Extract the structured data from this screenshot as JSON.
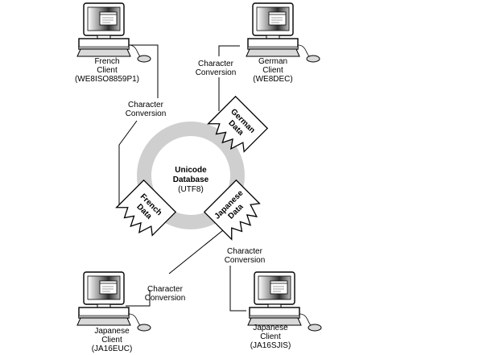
{
  "database": {
    "line1": "Unicode",
    "line2": "Database",
    "line3": "(UTF8)"
  },
  "clients": {
    "french": {
      "line1": "French",
      "line2": "Client",
      "line3": "(WE8ISO8859P1)"
    },
    "german": {
      "line1": "German",
      "line2": "Client",
      "line3": "(WE8DEC)"
    },
    "japanese_euc": {
      "line1": "Japanese",
      "line2": "Client",
      "line3": "(JA16EUC)"
    },
    "japanese_sjis": {
      "line1": "Japanese",
      "line2": "Client",
      "line3": "(JA16SJIS)"
    }
  },
  "conversions": {
    "french": {
      "line1": "Character",
      "line2": "Conversion"
    },
    "german": {
      "line1": "Character",
      "line2": "Conversion"
    },
    "japanese_euc": {
      "line1": "Character",
      "line2": "Conversion"
    },
    "japanese_sjis": {
      "line1": "Character",
      "line2": "Conversion"
    }
  },
  "data_blocks": {
    "german": {
      "line1": "German",
      "line2": "Data"
    },
    "french": {
      "line1": "French",
      "line2": "Data"
    },
    "japanese": {
      "line1": "Japanese",
      "line2": "Data"
    }
  }
}
